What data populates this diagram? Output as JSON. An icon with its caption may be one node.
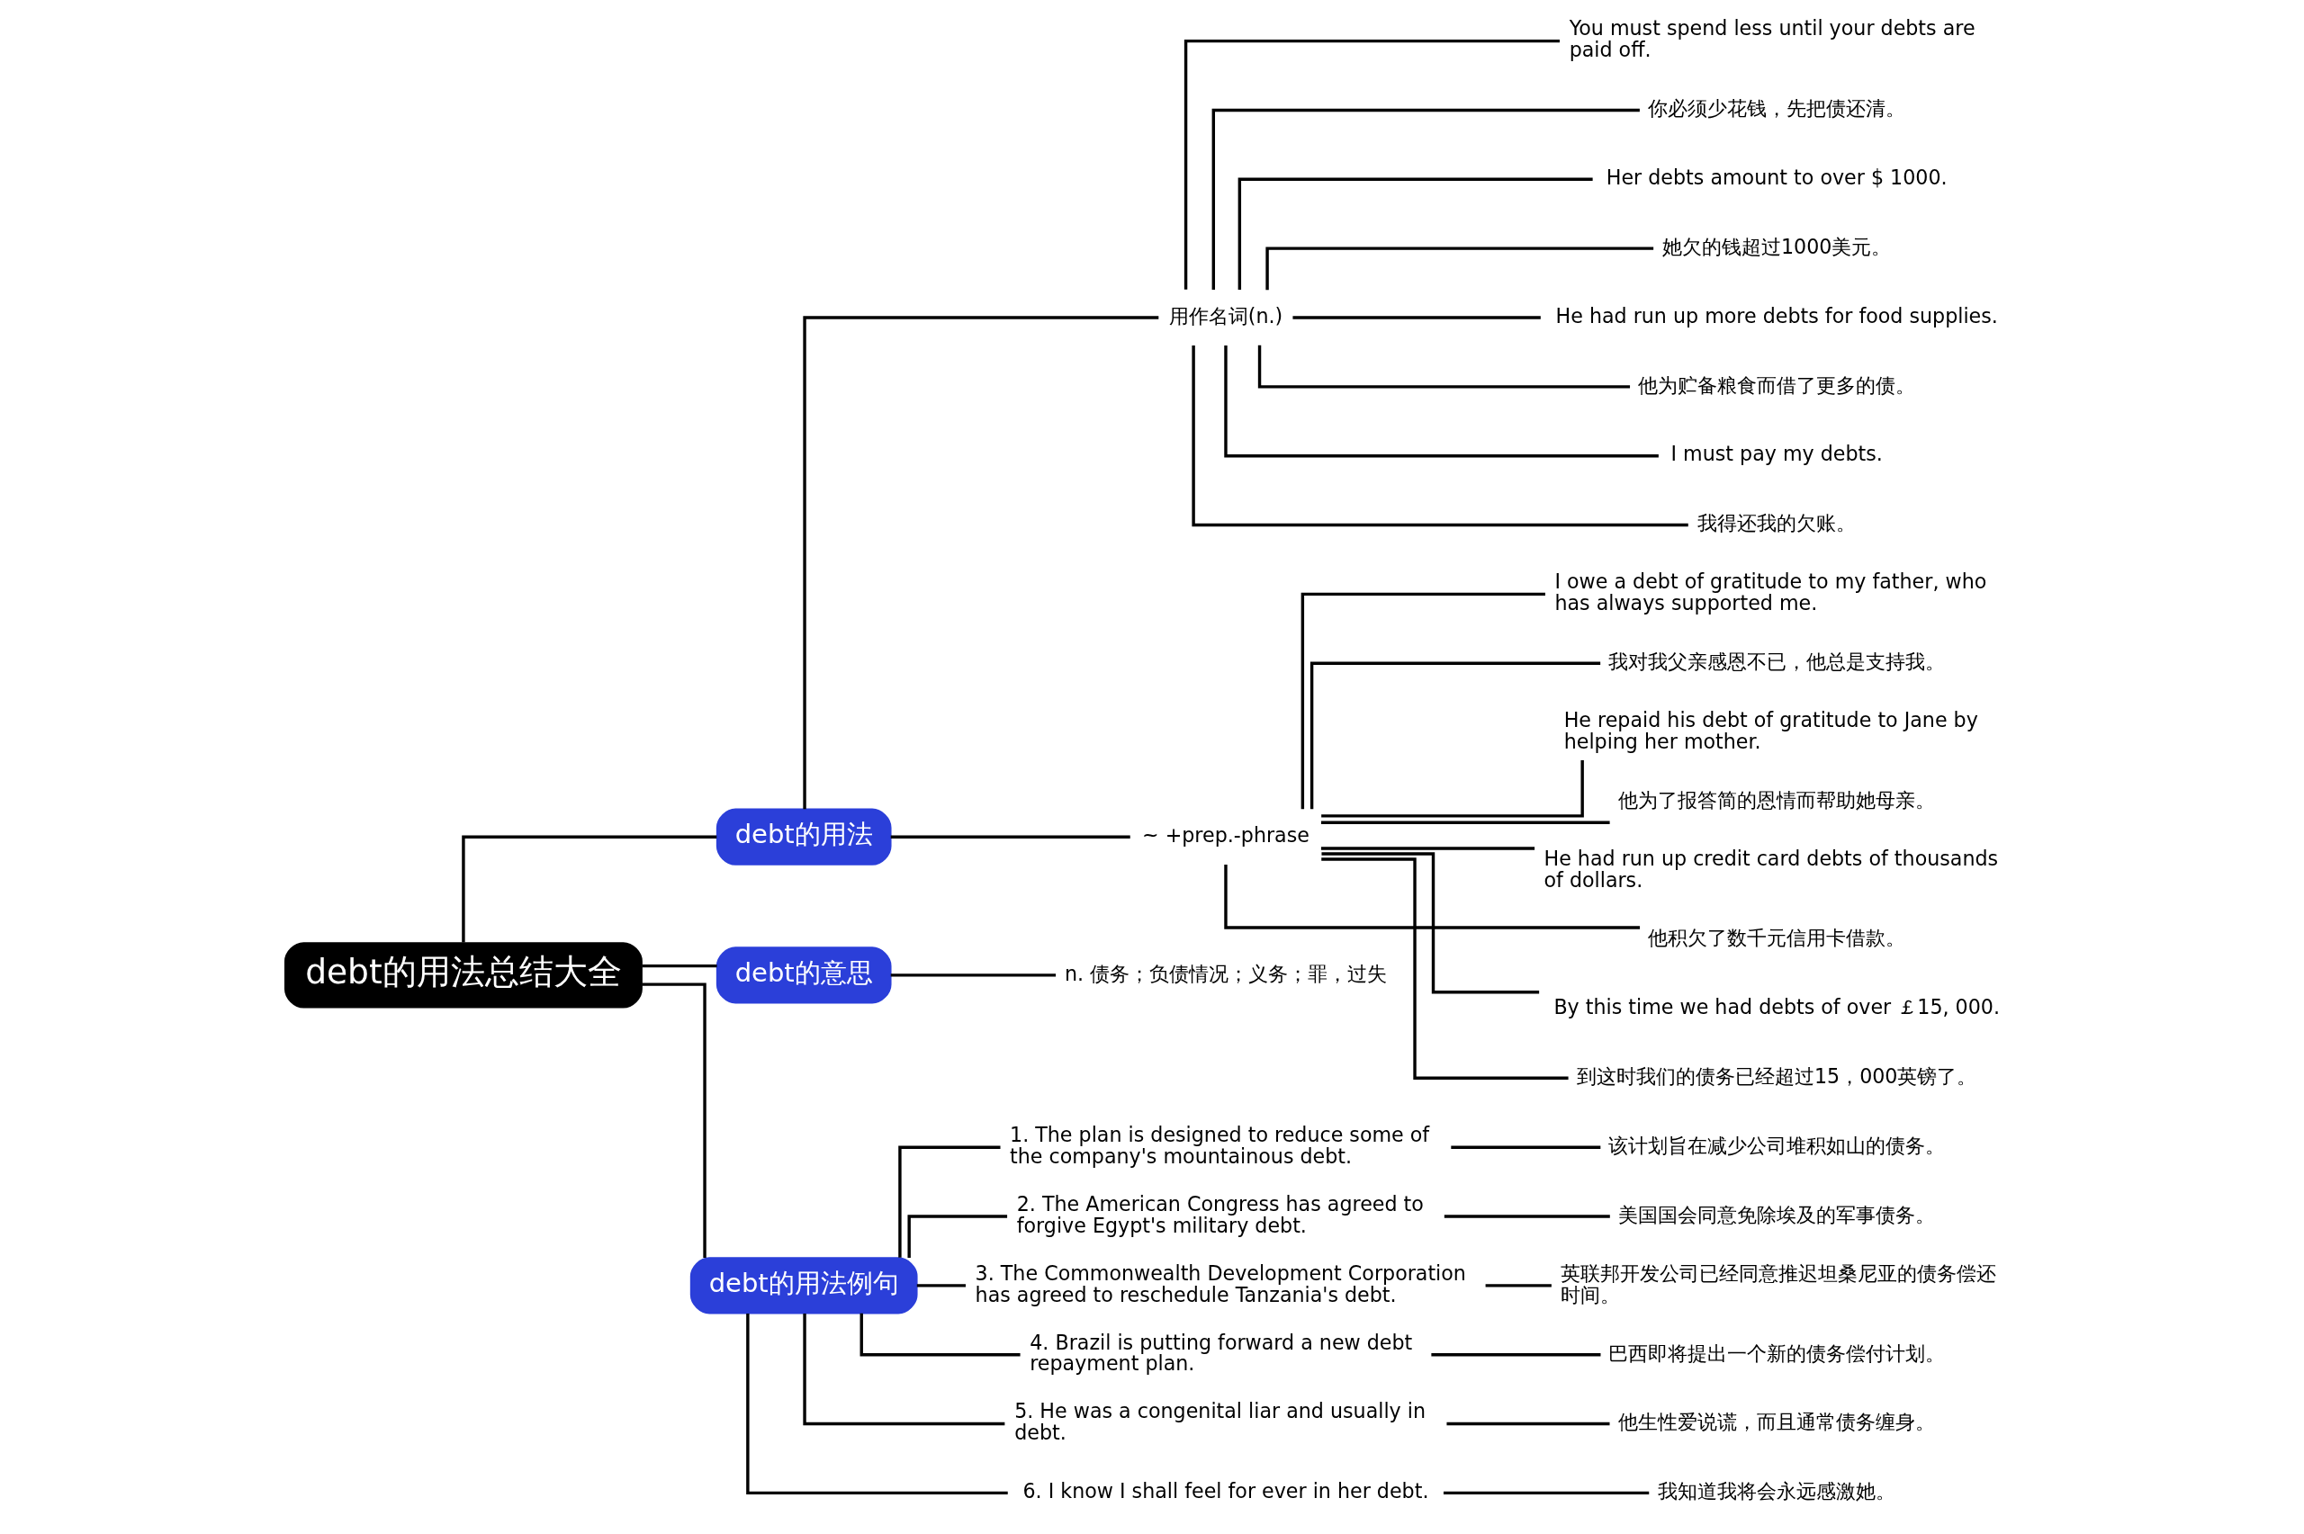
{
  "diagram": {
    "nodes": [
      {
        "text": [
          "debt的用法总结大全"
        ]
      },
      {
        "text": [
          "debt的用法"
        ]
      },
      {
        "text": [
          "用作名词(n.)"
        ]
      },
      {
        "text": [
          "You must spend less until your debts are paid off."
        ]
      },
      {
        "text": [
          "你必须少花钱，先把债还清。"
        ]
      },
      {
        "text": [
          "Her debts amount to over $ 1000."
        ]
      },
      {
        "text": [
          "她欠的钱超过1000美元。"
        ]
      },
      {
        "text": [
          "He had run up more debts for food supplies."
        ]
      },
      {
        "text": [
          "他为贮备粮食而借了更多的债。"
        ]
      },
      {
        "text": [
          "I must pay my debts."
        ]
      },
      {
        "text": [
          "我得还我的欠账。"
        ]
      },
      {
        "text": [
          "~ +prep.-phrase"
        ]
      },
      {
        "text": [
          "I owe a debt of gratitude to my father, who has always supported me."
        ]
      },
      {
        "text": [
          "我对我父亲感恩不已，他总是支持我。"
        ]
      },
      {
        "text": [
          "He repaid his debt of gratitude to Jane by helping her mother."
        ]
      },
      {
        "text": [
          "他为了报答简的恩情而帮助她母亲。"
        ]
      },
      {
        "text": [
          "He had run up credit card debts of thousands of dollars."
        ]
      },
      {
        "text": [
          "他积欠了数千元信用卡借款。"
        ]
      },
      {
        "text": [
          "By this time we had debts of over ￡15, 000."
        ]
      },
      {
        "text": [
          "到这时我们的债务已经超过15，000英镑了。"
        ]
      },
      {
        "text": [
          "debt的意思"
        ]
      },
      {
        "text": [
          "n. 债务；负债情况；义务；罪，过失"
        ]
      },
      {
        "text": [
          "debt的用法例句"
        ]
      },
      {
        "text": [
          "1. The plan is designed to reduce some of the company's mountainous debt."
        ]
      },
      {
        "text": [
          "该计划旨在减少公司堆积如山的债务。"
        ]
      },
      {
        "text": [
          "2. The American Congress has agreed to forgive Egypt's military debt."
        ]
      },
      {
        "text": [
          "美国国会同意免除埃及的军事债务。"
        ]
      },
      {
        "text": [
          "3. The Commonwealth Development Corporation has agreed to reschedule Tanzania's debt."
        ]
      },
      {
        "text": [
          "英联邦开发公司已经同意推迟坦桑尼亚的债务偿还时间。"
        ]
      },
      {
        "text": [
          "4. Brazil is putting forward a new debt repayment plan."
        ]
      },
      {
        "text": [
          "巴西即将提出一个新的债务偿付计划。"
        ]
      },
      {
        "text": [
          "5. He was a congenital liar and usually in debt."
        ]
      },
      {
        "text": [
          "他生性爱说谎，而且通常债务缠身。"
        ]
      },
      {
        "text": [
          "6. I know I shall feel for ever in her debt."
        ]
      },
      {
        "text": [
          "我知道我将会永远感激她。"
        ]
      }
    ],
    "edges": [
      {
        "from": 0,
        "to": 1,
        "arrow": "none"
      },
      {
        "from": 1,
        "to": 2,
        "arrow": "none"
      },
      {
        "from": 2,
        "to": 3,
        "arrow": "none"
      },
      {
        "from": 2,
        "to": 4,
        "arrow": "none"
      },
      {
        "from": 2,
        "to": 5,
        "arrow": "none"
      },
      {
        "from": 2,
        "to": 6,
        "arrow": "none"
      },
      {
        "from": 2,
        "to": 7,
        "arrow": "none"
      },
      {
        "from": 2,
        "to": 8,
        "arrow": "none"
      },
      {
        "from": 2,
        "to": 9,
        "arrow": "none"
      },
      {
        "from": 2,
        "to": 10,
        "arrow": "none"
      },
      {
        "from": 1,
        "to": 11,
        "arrow": "none"
      },
      {
        "from": 11,
        "to": 12,
        "arrow": "none"
      },
      {
        "from": 11,
        "to": 13,
        "arrow": "none"
      },
      {
        "from": 11,
        "to": 14,
        "arrow": "none"
      },
      {
        "from": 11,
        "to": 15,
        "arrow": "none"
      },
      {
        "from": 11,
        "to": 16,
        "arrow": "none"
      },
      {
        "from": 11,
        "to": 17,
        "arrow": "none"
      },
      {
        "from": 11,
        "to": 18,
        "arrow": "none"
      },
      {
        "from": 11,
        "to": 19,
        "arrow": "none"
      },
      {
        "from": 0,
        "to": 20,
        "arrow": "none"
      },
      {
        "from": 20,
        "to": 21,
        "arrow": "none"
      },
      {
        "from": 0,
        "to": 22,
        "arrow": "none"
      },
      {
        "from": 22,
        "to": 23,
        "arrow": "none"
      },
      {
        "from": 23,
        "to": 24,
        "arrow": "none"
      },
      {
        "from": 22,
        "to": 25,
        "arrow": "none"
      },
      {
        "from": 25,
        "to": 26,
        "arrow": "none"
      },
      {
        "from": 22,
        "to": 27,
        "arrow": "none"
      },
      {
        "from": 27,
        "to": 28,
        "arrow": "none"
      },
      {
        "from": 22,
        "to": 29,
        "arrow": "none"
      },
      {
        "from": 29,
        "to": 30,
        "arrow": "none"
      },
      {
        "from": 22,
        "to": 31,
        "arrow": "none"
      },
      {
        "from": 31,
        "to": 32,
        "arrow": "none"
      },
      {
        "from": 22,
        "to": 33,
        "arrow": "none"
      },
      {
        "from": 33,
        "to": 34,
        "arrow": "none"
      }
    ]
  }
}
